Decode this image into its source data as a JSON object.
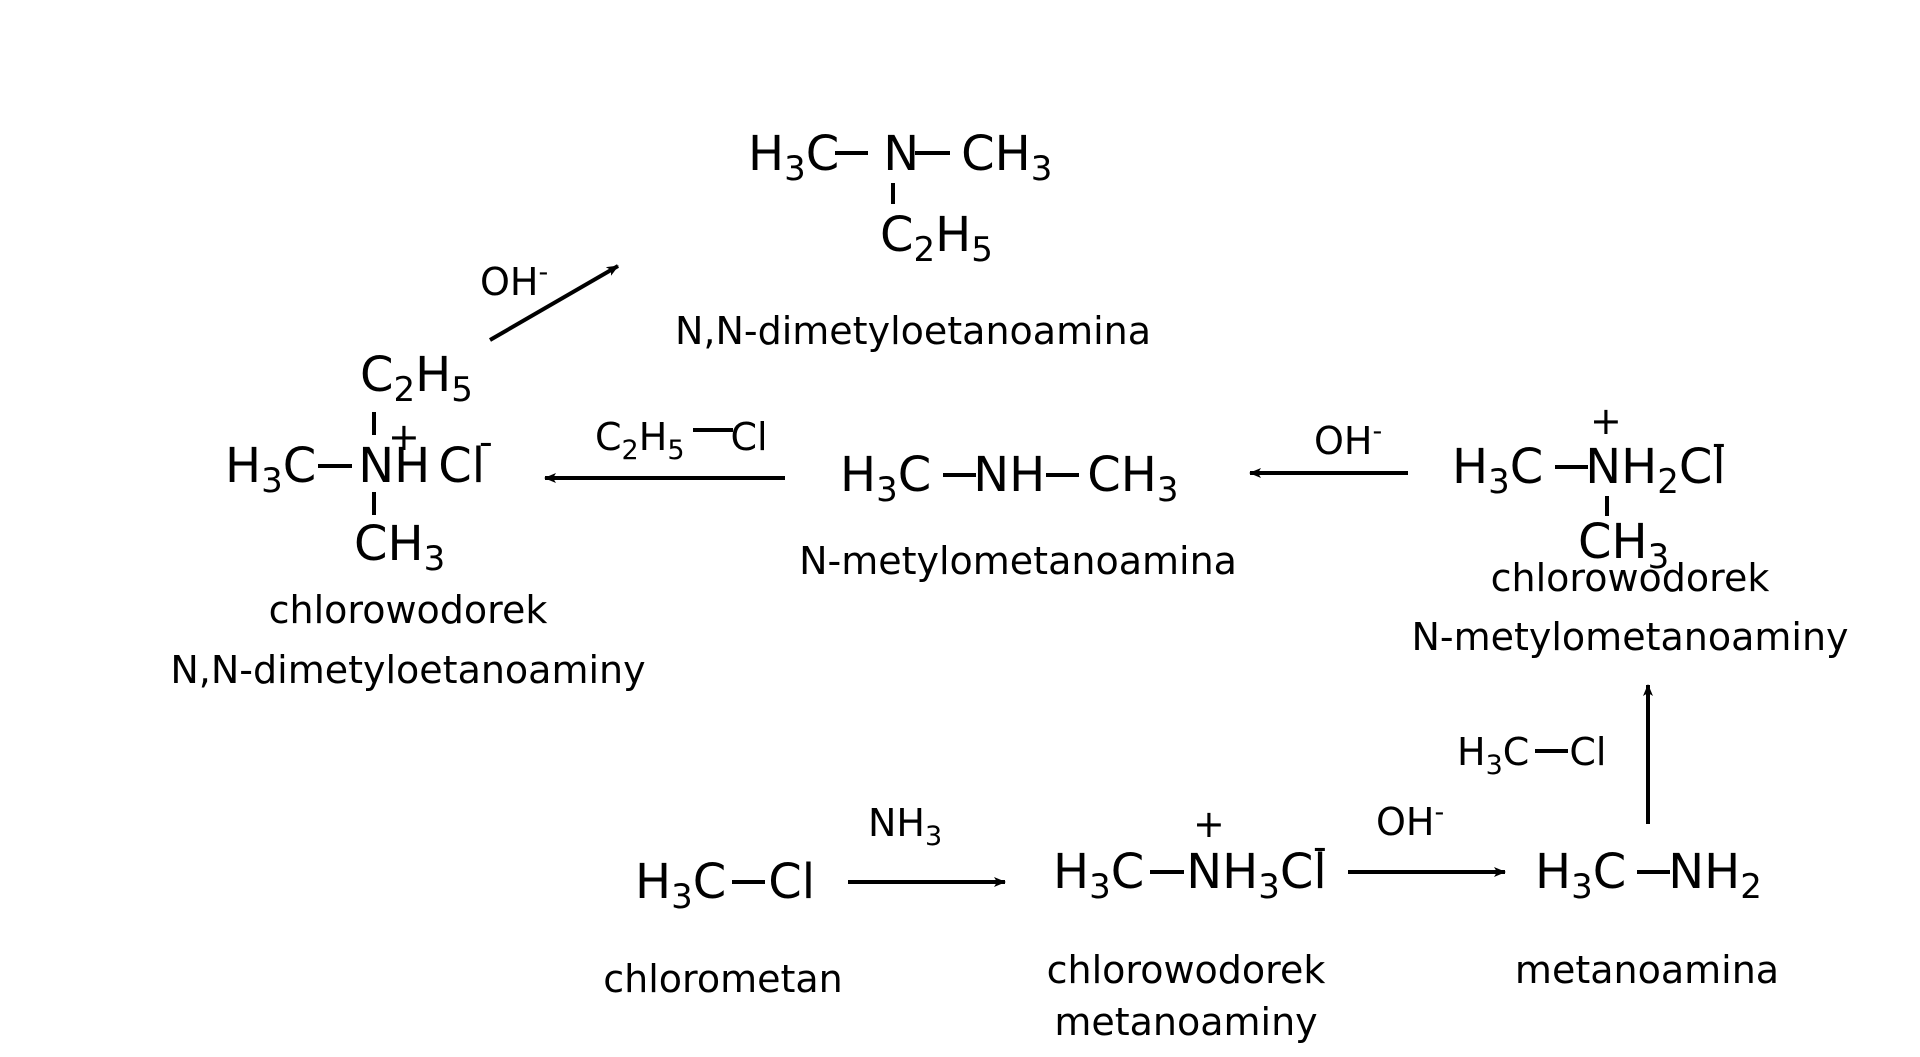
{
  "colors": {
    "ink": "#000000",
    "background": "#ffffff"
  },
  "compounds": {
    "chlorometan": {
      "formula": {
        "part1": "H",
        "sub1": "3",
        "part2": "C",
        "part3": "Cl"
      },
      "name": "chlorometan"
    },
    "chlorowodorek_metanoaminy": {
      "formula": {
        "part1": "H",
        "sub1": "3",
        "part2": "C",
        "part3": "NH",
        "sub3": "3",
        "part4": "Cl",
        "charge_plus": "+",
        "charge_minus": "-"
      },
      "name_line1": "chlorowodorek",
      "name_line2": "metanoaminy"
    },
    "metanoamina": {
      "formula": {
        "part1": "H",
        "sub1": "3",
        "part2": "C",
        "part3": "NH",
        "sub3": "2"
      },
      "name": "metanoamina"
    },
    "chlorowodorek_n_metylometanoaminy": {
      "formula": {
        "part1": "H",
        "sub1": "3",
        "part2": "C",
        "part3": "NH",
        "sub3": "2",
        "part4": "Cl",
        "charge_plus": "+",
        "charge_minus": "-",
        "branch": "CH",
        "branch_sub": "3"
      },
      "name_line1": "chlorowodorek",
      "name_line2": "N-metylometanoaminy"
    },
    "n_metylometanoamina": {
      "formula": {
        "part1": "H",
        "sub1": "3",
        "part2": "C",
        "part3": "NH",
        "part4": "CH",
        "sub4": "3"
      },
      "name": "N-metylometanoamina"
    },
    "chlorowodorek_n_n_dimetyloetanoaminy": {
      "formula": {
        "part1": "H",
        "sub1": "3",
        "part2": "C",
        "part3": "NH",
        "part4": "Cl",
        "charge_plus": "+",
        "charge_minus": "-",
        "top": "C",
        "top_sub1": "2",
        "top2": "H",
        "top_sub2": "5",
        "bottom": "CH",
        "bottom_sub": "3"
      },
      "name_line1": "chlorowodorek",
      "name_line2": "N,N-dimetyloetanoaminy"
    },
    "n_n_dimetyloetanoamina": {
      "formula": {
        "part1": "H",
        "sub1": "3",
        "part2": "C",
        "part3": "N",
        "part4": "CH",
        "sub4": "3",
        "bottom": "C",
        "bottom_sub1": "2",
        "bottom2": "H",
        "bottom_sub2": "5"
      },
      "name": "N,N-dimetyloetanoamina"
    }
  },
  "reagents": {
    "nh3": {
      "main": "NH",
      "sub": "3"
    },
    "oh_1": {
      "main": "OH",
      "sup": "-"
    },
    "ch3cl": {
      "part1": "H",
      "sub1": "3",
      "part2": "C",
      "part3": "Cl"
    },
    "oh_2": {
      "main": "OH",
      "sup": "-"
    },
    "c2h5cl": {
      "part1": "C",
      "sub1": "2",
      "part2": "H",
      "sub2": "5",
      "part3": "Cl"
    },
    "oh_3": {
      "main": "OH",
      "sup": "-"
    }
  }
}
